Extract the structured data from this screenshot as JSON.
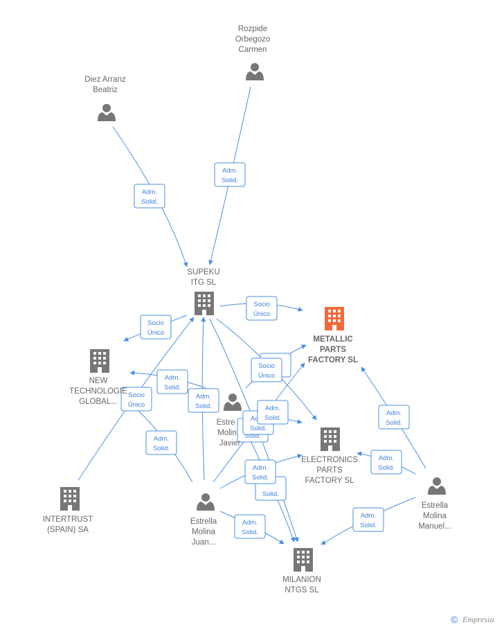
{
  "colors": {
    "edge": "#4a8fe0",
    "node": "#777777",
    "highlight": "#f26a3b",
    "text": "#666666"
  },
  "nodes": [
    {
      "id": "rozpide",
      "kind": "person",
      "lines": [
        "Rozpide",
        "Orbegozo",
        "Carmen"
      ]
    },
    {
      "id": "diez",
      "kind": "person",
      "lines": [
        "Diez Arranz",
        "Beatriz"
      ]
    },
    {
      "id": "supeku",
      "kind": "company",
      "lines": [
        "SUPEKU",
        "ITG  SL"
      ]
    },
    {
      "id": "metallic",
      "kind": "company",
      "highlight": true,
      "lines": [
        "METALLIC",
        "PARTS",
        "FACTORY  SL"
      ]
    },
    {
      "id": "newtech",
      "kind": "company",
      "lines": [
        "NEW",
        "TECHNOLOGIE",
        "GLOBAL..."
      ]
    },
    {
      "id": "javier",
      "kind": "person",
      "lines": [
        "Estre",
        "Molin",
        "Javier"
      ]
    },
    {
      "id": "electronics",
      "kind": "company",
      "lines": [
        "ELECTRONICS",
        "PARTS",
        "FACTORY  SL"
      ]
    },
    {
      "id": "intertrust",
      "kind": "company",
      "lines": [
        "INTERTRUST",
        "(SPAIN) SA"
      ]
    },
    {
      "id": "juan",
      "kind": "person",
      "lines": [
        "Estrella",
        "Molina",
        "Juan..."
      ]
    },
    {
      "id": "manuel",
      "kind": "person",
      "lines": [
        "Estrella",
        "Molina",
        "Manuel..."
      ]
    },
    {
      "id": "milanion",
      "kind": "company",
      "lines": [
        "MILANION",
        "NTGS  SL"
      ]
    }
  ],
  "relations": [
    {
      "id": "r1",
      "lines": [
        "Adm.",
        "Solid."
      ]
    },
    {
      "id": "r2",
      "lines": [
        "Adm.",
        "Solid."
      ]
    },
    {
      "id": "r3",
      "lines": [
        "Socio",
        "Único"
      ]
    },
    {
      "id": "r4",
      "lines": [
        "Socio",
        "Único"
      ]
    },
    {
      "id": "r5",
      "lines": [
        "Adm.",
        "Solid."
      ]
    },
    {
      "id": "r6",
      "lines": [
        "Socio",
        "Único"
      ]
    },
    {
      "id": "r7",
      "lines": [
        "Adm.",
        "Solid."
      ]
    },
    {
      "id": "r8",
      "lines": [
        "Adm.",
        "Solid."
      ]
    },
    {
      "id": "r9",
      "lines": [
        "Socio",
        "Único"
      ]
    },
    {
      "id": "r10",
      "lines": [
        "Adm.",
        "Solid."
      ]
    },
    {
      "id": "r11",
      "lines": [
        "Adm.",
        "Solid."
      ]
    },
    {
      "id": "r12",
      "lines": [
        "Adm.",
        "Solid."
      ]
    },
    {
      "id": "r13",
      "lines": [
        "Adm.",
        "Solid."
      ]
    },
    {
      "id": "r14",
      "lines": [
        "Adm.",
        "Solid."
      ]
    },
    {
      "id": "r15",
      "lines": [
        "Adm.",
        "Solid."
      ]
    },
    {
      "id": "r16",
      "lines": [
        "Adm.",
        "Solid."
      ]
    },
    {
      "id": "r17",
      "lines": [
        "Adm.",
        "Solid."
      ]
    }
  ],
  "footer": {
    "copyright": "©",
    "brand": "Empresia"
  }
}
